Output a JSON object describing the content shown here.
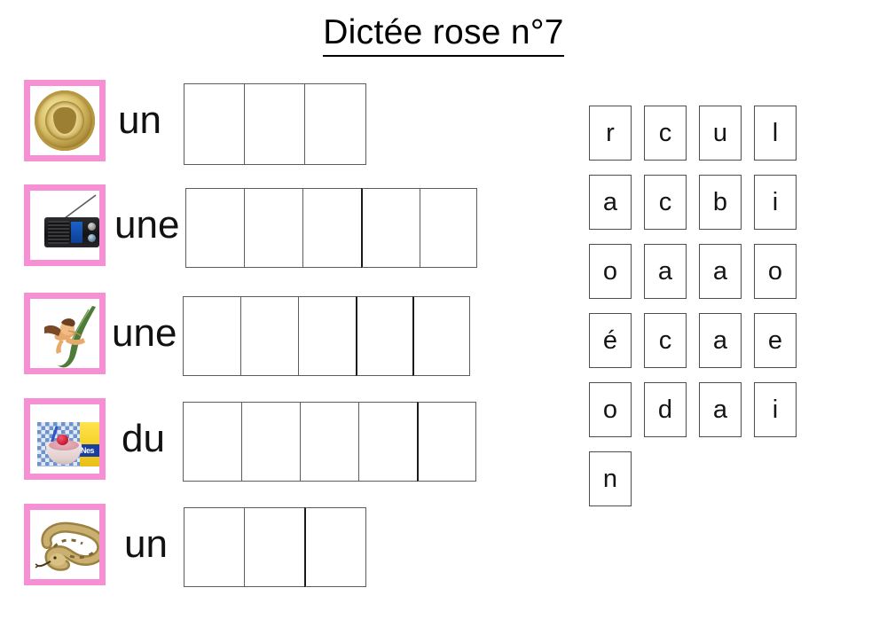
{
  "title": "Dictée rose n°7",
  "exercises": [
    {
      "image_name": "coin-picture",
      "image_alt": "une pièce d'or",
      "article": "un",
      "boxes": 3
    },
    {
      "image_name": "radio-picture",
      "image_alt": "une radio",
      "article": "une",
      "boxes": 5
    },
    {
      "image_name": "vine-swing-picture",
      "image_alt": "une liane",
      "article": "une",
      "boxes": 5
    },
    {
      "image_name": "dessert-picture",
      "image_alt": "du chocolat en poudre",
      "article": "du",
      "boxes": 5
    },
    {
      "image_name": "snake-picture",
      "image_alt": "un boa",
      "article": "un",
      "boxes": 3
    }
  ],
  "letter_bank": {
    "rows": [
      [
        "r",
        "c",
        "u",
        "l"
      ],
      [
        "a",
        "c",
        "b",
        "i"
      ],
      [
        "o",
        "a",
        "a",
        "o"
      ],
      [
        "é",
        "c",
        "a",
        "e"
      ],
      [
        "o",
        "d",
        "a",
        "i"
      ],
      [
        "n"
      ]
    ]
  },
  "colors": {
    "frame_pink": "#f78fd4",
    "box_border": "#5c5c5c",
    "text": "#000000",
    "background": "#ffffff"
  }
}
